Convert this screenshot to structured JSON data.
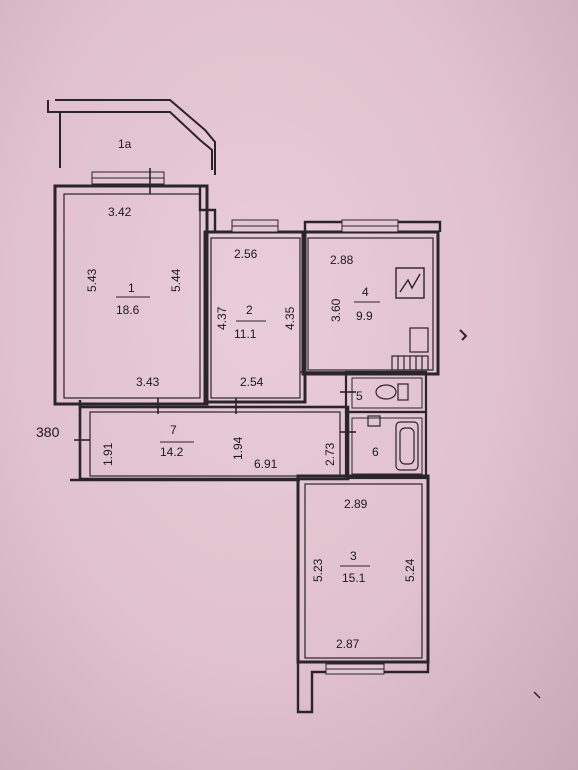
{
  "plan_marker": "380",
  "rooms": [
    {
      "id": "1a",
      "number": "1a",
      "area": ""
    },
    {
      "id": "1",
      "number": "1",
      "area": "18.6",
      "dims": [
        "3.42",
        "5.43",
        "5.44",
        "3.43"
      ]
    },
    {
      "id": "2",
      "number": "2",
      "area": "11.1",
      "dims": [
        "2.56",
        "4.37",
        "4.35",
        "2.54"
      ]
    },
    {
      "id": "4",
      "number": "4",
      "area": "9.9",
      "dims": [
        "2.88",
        "3.60"
      ]
    },
    {
      "id": "5",
      "number": "5",
      "area": ""
    },
    {
      "id": "6",
      "number": "6",
      "area": ""
    },
    {
      "id": "7",
      "number": "7",
      "area": "14.2",
      "dims": [
        "1.91",
        "1.94",
        "6.91",
        "2.73"
      ]
    },
    {
      "id": "3",
      "number": "3",
      "area": "15.1",
      "dims": [
        "2.89",
        "5.23",
        "5.24",
        "2.87"
      ]
    }
  ],
  "colors": {
    "wall": "#2a2528",
    "paper": "#e4c6d2"
  }
}
